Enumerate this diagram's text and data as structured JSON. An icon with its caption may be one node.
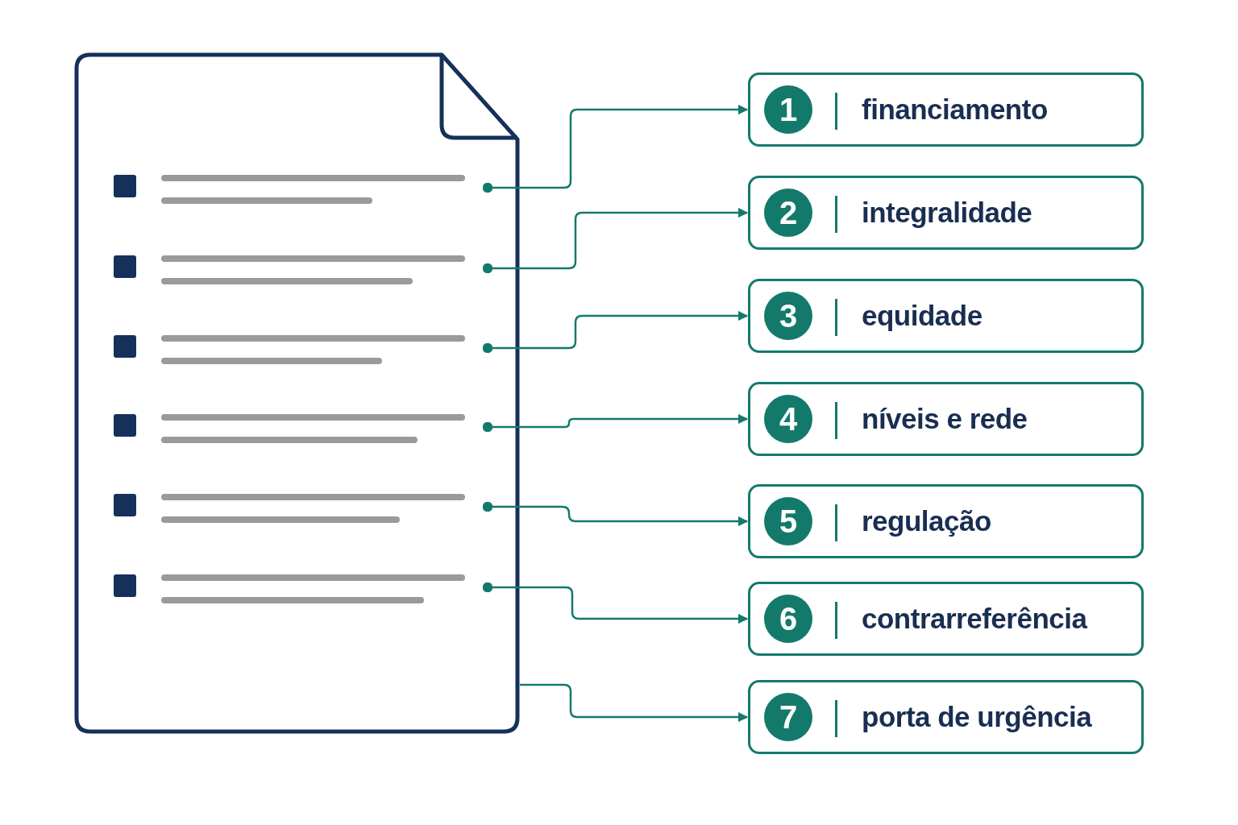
{
  "diagram": {
    "nodes": [
      {
        "text": [],
        "shape": "picture"
      },
      {
        "text": [],
        "shape": "bar",
        "in": 0
      },
      {
        "text": [],
        "shape": "bar",
        "in": 0
      },
      {
        "text": [],
        "shape": "bar",
        "in": 0
      },
      {
        "text": [],
        "shape": "bar",
        "in": 0
      },
      {
        "text": [],
        "shape": "bar",
        "in": 0
      },
      {
        "text": [],
        "shape": "bar",
        "in": 0
      },
      {
        "text": [
          "1",
          "financiamento"
        ]
      },
      {
        "text": [
          "2",
          "integralidade"
        ]
      },
      {
        "text": [
          "3",
          "equidade"
        ]
      },
      {
        "text": [
          "4",
          "níveis e rede"
        ]
      },
      {
        "text": [
          "5",
          "regulação"
        ]
      },
      {
        "text": [
          "6",
          "contrarreferência"
        ]
      },
      {
        "text": [
          "7",
          "porta de urgência"
        ]
      }
    ],
    "edges": [
      {
        "from": 1,
        "to": 7,
        "arrow": "to"
      },
      {
        "from": 2,
        "to": 8,
        "arrow": "to"
      },
      {
        "from": 3,
        "to": 9,
        "arrow": "to"
      },
      {
        "from": 4,
        "to": 10,
        "arrow": "to"
      },
      {
        "from": 5,
        "to": 11,
        "arrow": "to"
      },
      {
        "from": 6,
        "to": 12,
        "arrow": "to"
      },
      {
        "from": 0,
        "to": 13,
        "arrow": "to"
      }
    ]
  }
}
